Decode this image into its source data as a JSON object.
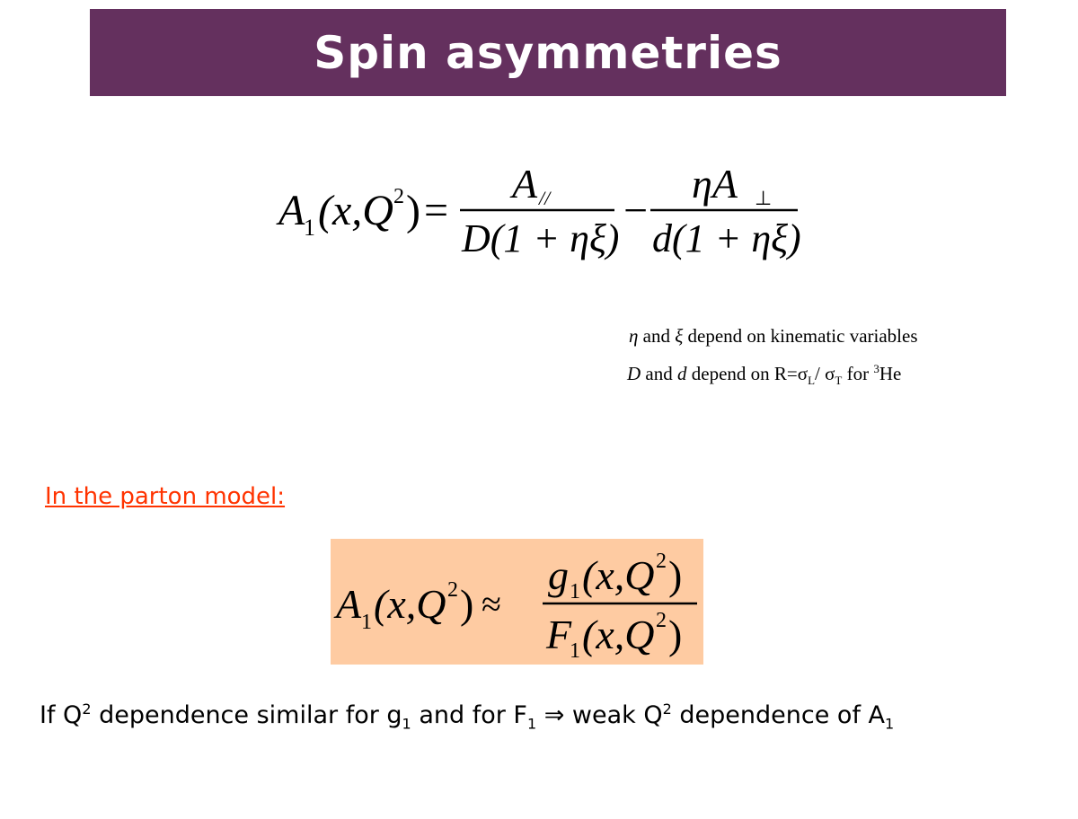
{
  "slide": {
    "title": "Spin asymmetries"
  },
  "equation_main": {
    "lhs": "A",
    "lhs_sub": "1",
    "args": "(x,Q",
    "args_sup": "2",
    "args_close": ")",
    "equals": "=",
    "frac1_num": "A",
    "frac1_num_sub": "//",
    "frac1_den": "D(1 + ηξ)",
    "minus": "−",
    "frac2_num": "ηA",
    "frac2_num_sub": "⊥",
    "frac2_den": "d(1 + ηξ)"
  },
  "notes": {
    "line1_eta": "η",
    "line1_and": " and ",
    "line1_xi": "ξ",
    "line1_rest": " depend on kinematic variables",
    "line2_D": "D",
    "line2_and": " and ",
    "line2_d": "d",
    "line2_depend": " depend on R=σ",
    "line2_L": "L",
    "line2_slash": "/ σ",
    "line2_T": "T",
    "line2_for": "  for ",
    "line2_3": "3",
    "line2_He": "He"
  },
  "parton_heading": "In the parton  model:",
  "equation_parton": {
    "lhs": "A",
    "lhs_sub": "1",
    "args": "(x,Q",
    "args_sup": "2",
    "args_close": ")",
    "approx": "≈",
    "num": "g",
    "num_sub": "1",
    "num_args": "(x,Q",
    "num_sup": "2",
    "num_close": ")",
    "den": "F",
    "den_sub": "1",
    "den_args": "(x,Q",
    "den_sup": "2",
    "den_close": ")"
  },
  "conclusion": {
    "p1": "If Q",
    "s1": "2",
    "p2": " dependence similar for g",
    "s2": "1",
    "p3": " and for F",
    "s3": "1",
    "arrow": " ⇒ ",
    "p4": "weak Q",
    "s4": "2",
    "p5": " dependence of A",
    "s5": "1"
  },
  "colors": {
    "title_bar": "#64305e",
    "parton_heading": "#ff3300",
    "parton_box": "#fecba2"
  }
}
